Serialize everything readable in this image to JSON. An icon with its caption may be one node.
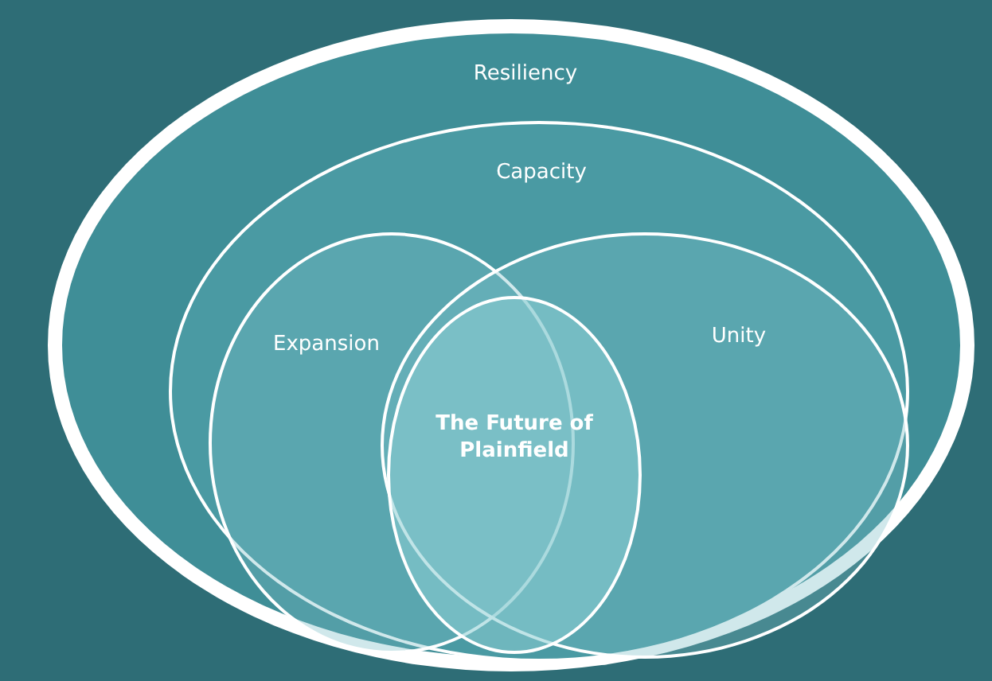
{
  "diagram": {
    "nodes": [
      {
        "text": [
          "Resiliency"
        ]
      },
      {
        "text": [
          "Capacity"
        ],
        "in": 0
      },
      {
        "text": [
          "Expansion"
        ],
        "in": 1
      },
      {
        "text": [
          "Unity"
        ],
        "in": 1
      },
      {
        "text": [
          "The Future of Plainfield"
        ],
        "in": 3
      }
    ],
    "edges": []
  }
}
